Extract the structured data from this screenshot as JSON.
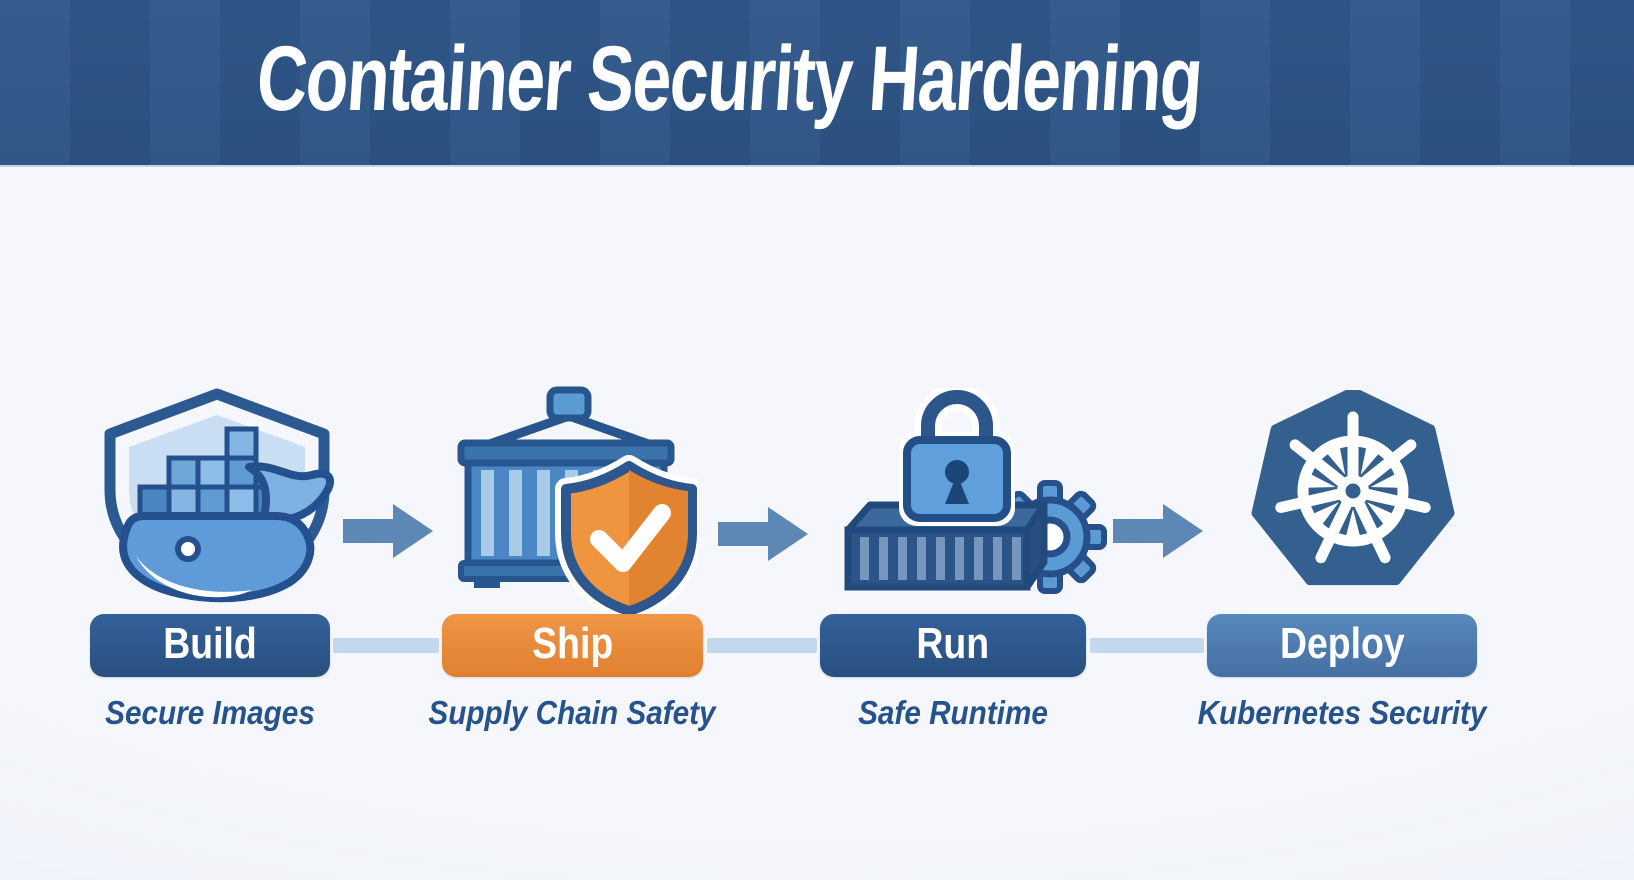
{
  "header": {
    "title": "Container Security Hardening",
    "background": "#2f5789",
    "text_color": "#ffffff"
  },
  "pipeline": {
    "stages": [
      {
        "label": "Build",
        "subtitle": "Secure Images",
        "icon": "docker-shield-icon",
        "label_bg": "#2e5a8f"
      },
      {
        "label": "Ship",
        "subtitle": "Supply Chain Safety",
        "icon": "container-crane-shield-check-icon",
        "label_bg": "#e98b3b"
      },
      {
        "label": "Run",
        "subtitle": "Safe Runtime",
        "icon": "padlock-container-gear-icon",
        "label_bg": "#2e5a8f"
      },
      {
        "label": "Deploy",
        "subtitle": "Kubernetes Security",
        "icon": "kubernetes-helm-icon",
        "label_bg": "#4c80b4"
      }
    ],
    "arrow_icon": "arrow-right-icon",
    "arrow_count": 3
  },
  "colors": {
    "page_background": "#f2f5fa",
    "arrow": "#5d88b5",
    "connector": "#c2d8ec",
    "outline_navy": "#24518c",
    "subtitle_text": "#27538c",
    "accent_orange": "#f0953f",
    "kubernetes_blue": "#33608f"
  }
}
